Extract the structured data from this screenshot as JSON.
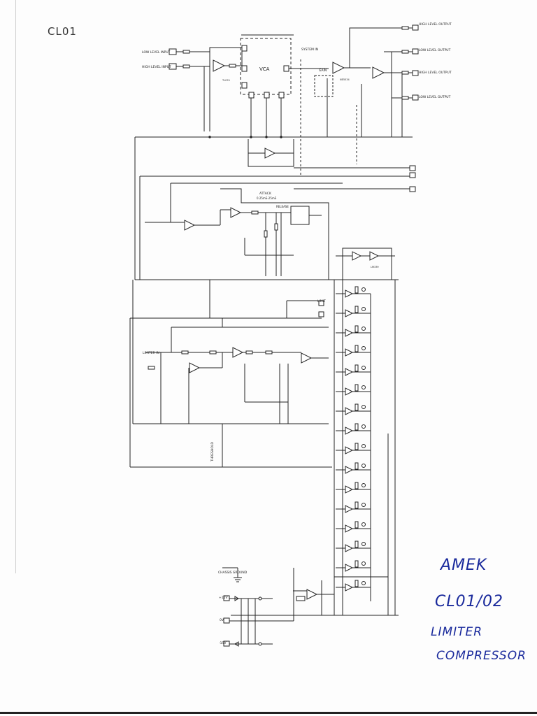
{
  "sheet": {
    "corner_label": "CL01",
    "title_lines": [
      "AMEK",
      "CL01/02",
      "LIMITER",
      "COMPRESSOR"
    ]
  },
  "inputs": {
    "low_level": "LOW LEVEL INPUT",
    "high_level": "HIGH LEVEL INPUT"
  },
  "outputs": [
    "HIGH LEVEL OUTPUT",
    "LOW LEVEL OUTPUT",
    "HIGH LEVEL OUTPUT",
    "LOW LEVEL OUTPUT"
  ],
  "blocks": {
    "vca": "VCA",
    "system_in": "SYSTEM IN",
    "gain": "GAIN",
    "attack": "ATTACK",
    "attack_range": "0.25mS-25mS",
    "release": "RELEASE",
    "limiter_in": "LIMITER IN",
    "threshold": "THRESHOLD",
    "limit": "LIMIT",
    "chassis_ground": "CHASSIS GROUND",
    "ov": "0V",
    "pos_supply": "+15V",
    "neg_supply": "-15V"
  },
  "opamp_types": [
    "TL074",
    "NE5534",
    "LM339"
  ]
}
